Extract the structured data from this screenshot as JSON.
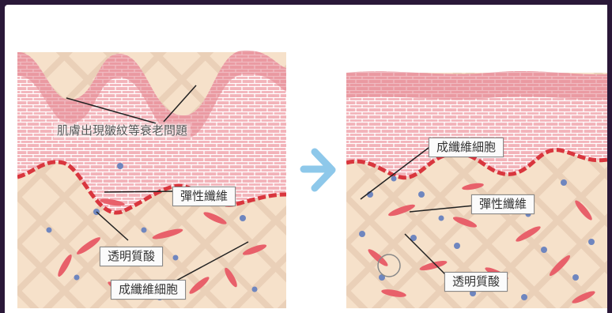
{
  "left_panel": {
    "labels": {
      "wrinkle": "肌膚出現皺紋等衰老問題",
      "elastic": "彈性纖維",
      "hyaluronic": "透明質酸",
      "fibroblast": "成纖維細胞"
    }
  },
  "right_panel": {
    "labels": {
      "fibroblast": "成纖維細胞",
      "elastic": "彈性纖維",
      "hyaluronic": "透明質酸"
    }
  },
  "colors": {
    "background": "#2a1838",
    "epidermis": "#f0a8b0",
    "dermis": "#f5dfc8",
    "basement_membrane": "#d9363e",
    "elastic_fiber": "#e8606a",
    "cell": "#6f86bf",
    "arrow": "#8ec8ea"
  },
  "icons": {
    "transition": "right-arrow-icon"
  }
}
